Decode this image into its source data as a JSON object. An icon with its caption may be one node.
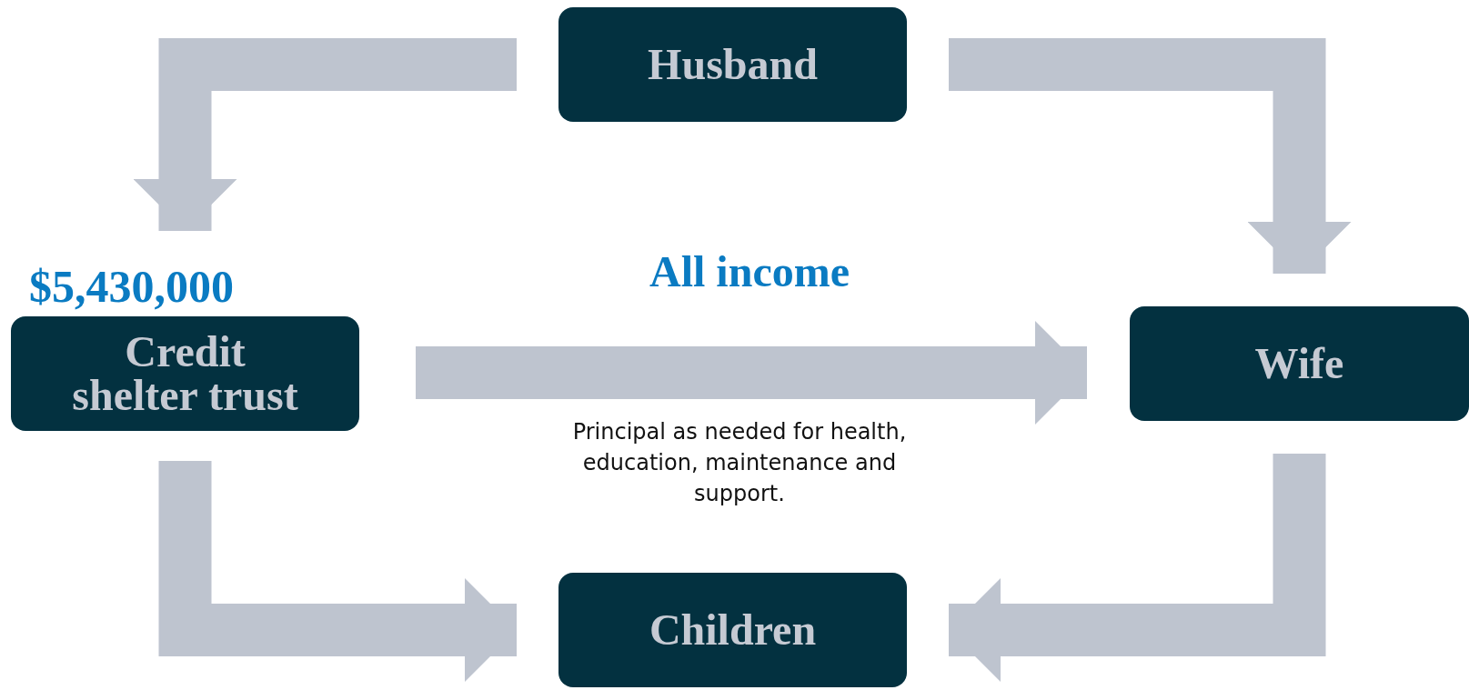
{
  "diagram": {
    "nodes": [
      {
        "text": [
          "Husband"
        ]
      },
      {
        "text": [
          "Credit shelter trust"
        ],
        "beside": [
          "$5,430,000"
        ]
      },
      {
        "text": [
          "Wife"
        ]
      },
      {
        "text": [
          "Children"
        ]
      }
    ],
    "edges": [
      {
        "from": 0,
        "to": 1,
        "arrow": "to"
      },
      {
        "from": 0,
        "to": 2,
        "arrow": "to"
      },
      {
        "from": 1,
        "to": 2,
        "arrow": "to",
        "label": "All income"
      },
      {
        "from": 1,
        "to": 3,
        "arrow": "to"
      },
      {
        "from": 2,
        "to": 3,
        "arrow": "to"
      }
    ],
    "labels": [
      "Principal as needed for health, education, maintenance and support."
    ]
  }
}
